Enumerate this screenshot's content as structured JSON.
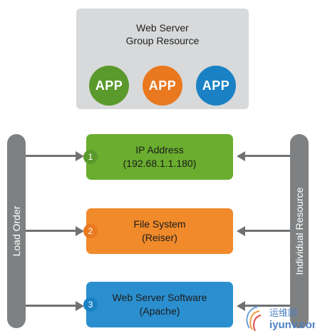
{
  "group": {
    "title_line1": "Web Server",
    "title_line2": "Group Resource",
    "apps": [
      {
        "label": "APP",
        "color": "#5a9a2c"
      },
      {
        "label": "APP",
        "color": "#e9781f"
      },
      {
        "label": "APP",
        "color": "#1a82c4"
      }
    ]
  },
  "left_bar": {
    "label": "Load Order",
    "color": "#7e8082"
  },
  "right_bar": {
    "label": "Individual Resource",
    "color": "#7e8082"
  },
  "resources": [
    {
      "number": "1",
      "line1": "IP Address",
      "line2": "(192.68.1.1.180)",
      "color": "#6aad2f",
      "badge_color": "#5a9a2c"
    },
    {
      "number": "2",
      "line1": "File System",
      "line2": "(Reiser)",
      "color": "#f08a2a",
      "badge_color": "#e9781f"
    },
    {
      "number": "3",
      "line1": "Web Server Software",
      "line2": "(Apache)",
      "color": "#2b8fcf",
      "badge_color": "#1a82c4"
    }
  ],
  "watermark": {
    "line1": "运维网",
    "line2": "iyunv.com"
  }
}
